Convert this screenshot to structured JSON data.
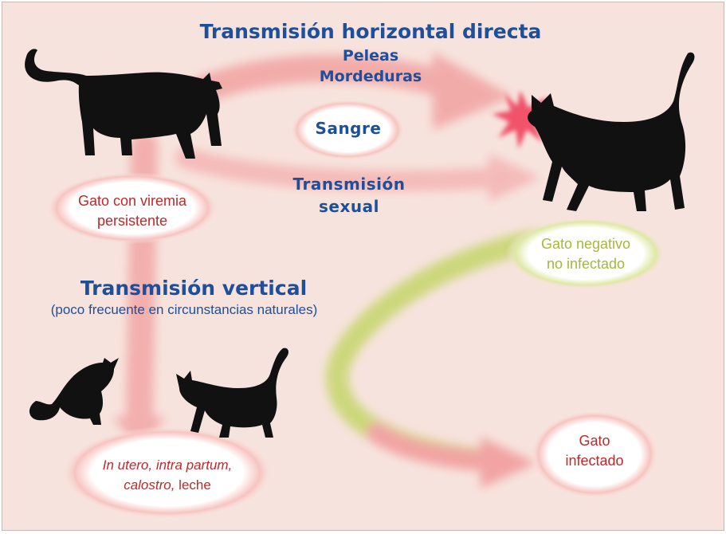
{
  "titles": {
    "horizontal": "Transmisión horizontal directa",
    "vertical": "Transmisión vertical",
    "vertical_note": "(poco frecuente en circunstancias naturales)"
  },
  "routes": {
    "fights": "Peleas",
    "bites": "Mordeduras",
    "blood": "Sangre",
    "sexual_line1": "Transmisión",
    "sexual_line2": "sexual"
  },
  "nodes": {
    "viremic_line1": "Gato con viremia",
    "viremic_line2": "persistente",
    "negative_line1": "Gato negativo",
    "negative_line2": "no infectado",
    "infected_line1": "Gato",
    "infected_line2": "infectado",
    "vertical_routes_italic_line1": "In utero, intra partum,",
    "vertical_routes_italic_line2": "calostro,",
    "vertical_routes_plain": " leche"
  },
  "colors": {
    "background": "#f7e3dd",
    "title_blue": "#1d4f9c",
    "label_red": "#c0282a",
    "label_green": "#a4b93a",
    "arrow_pink": "#f09a9a",
    "arrow_green": "#c5d66a",
    "cat": "#111111"
  },
  "icons": {
    "source_cat": "cat-silhouette-icon",
    "target_cat": "cat-silhouette-icon",
    "kitten_sitting": "kitten-silhouette-icon",
    "kitten_walking": "kitten-silhouette-icon",
    "impact": "impact-burst-icon"
  }
}
